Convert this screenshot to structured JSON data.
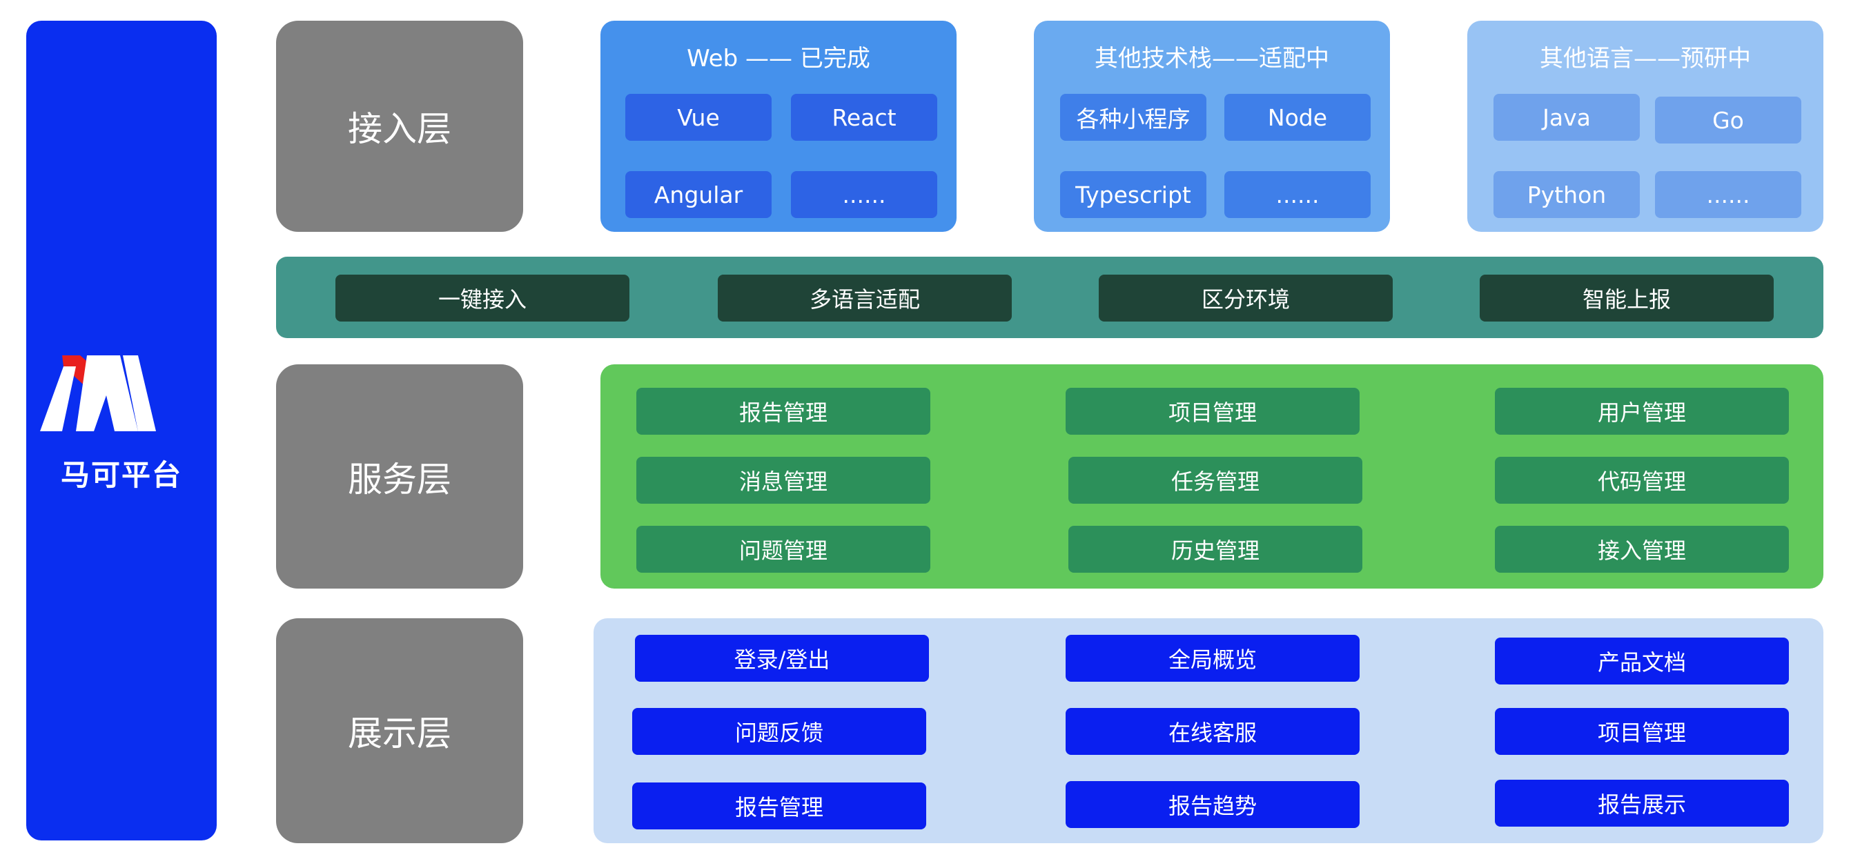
{
  "brand": {
    "name": "马可平台",
    "logo": "M-logo",
    "colors": {
      "background": "#0a2ef0",
      "logo_accent": "#e8201d",
      "logo_main": "#ffffff"
    }
  },
  "layers": {
    "access": "接入层",
    "service": "服务层",
    "display": "展示层"
  },
  "panels": [
    {
      "title": "Web —— 已完成",
      "chips": [
        "Vue",
        "React",
        "Angular",
        "......"
      ]
    },
    {
      "title": "其他技术栈——适配中",
      "chips": [
        "各种小程序",
        "Node",
        "Typescript",
        "......"
      ]
    },
    {
      "title": "其他语言——预研中",
      "chips": [
        "Java",
        "Go",
        "Python",
        "......"
      ]
    }
  ],
  "band": [
    "一键接入",
    "多语言适配",
    "区分环境",
    "智能上报"
  ],
  "service": [
    [
      "报告管理",
      "项目管理",
      "用户管理"
    ],
    [
      "消息管理",
      "任务管理",
      "代码管理"
    ],
    [
      "问题管理",
      "历史管理",
      "接入管理"
    ]
  ],
  "display": [
    [
      "登录/登出",
      "全局概览",
      "产品文档"
    ],
    [
      "问题反馈",
      "在线客服",
      "项目管理"
    ],
    [
      "报告管理",
      "报告趋势",
      "报告展示"
    ]
  ]
}
